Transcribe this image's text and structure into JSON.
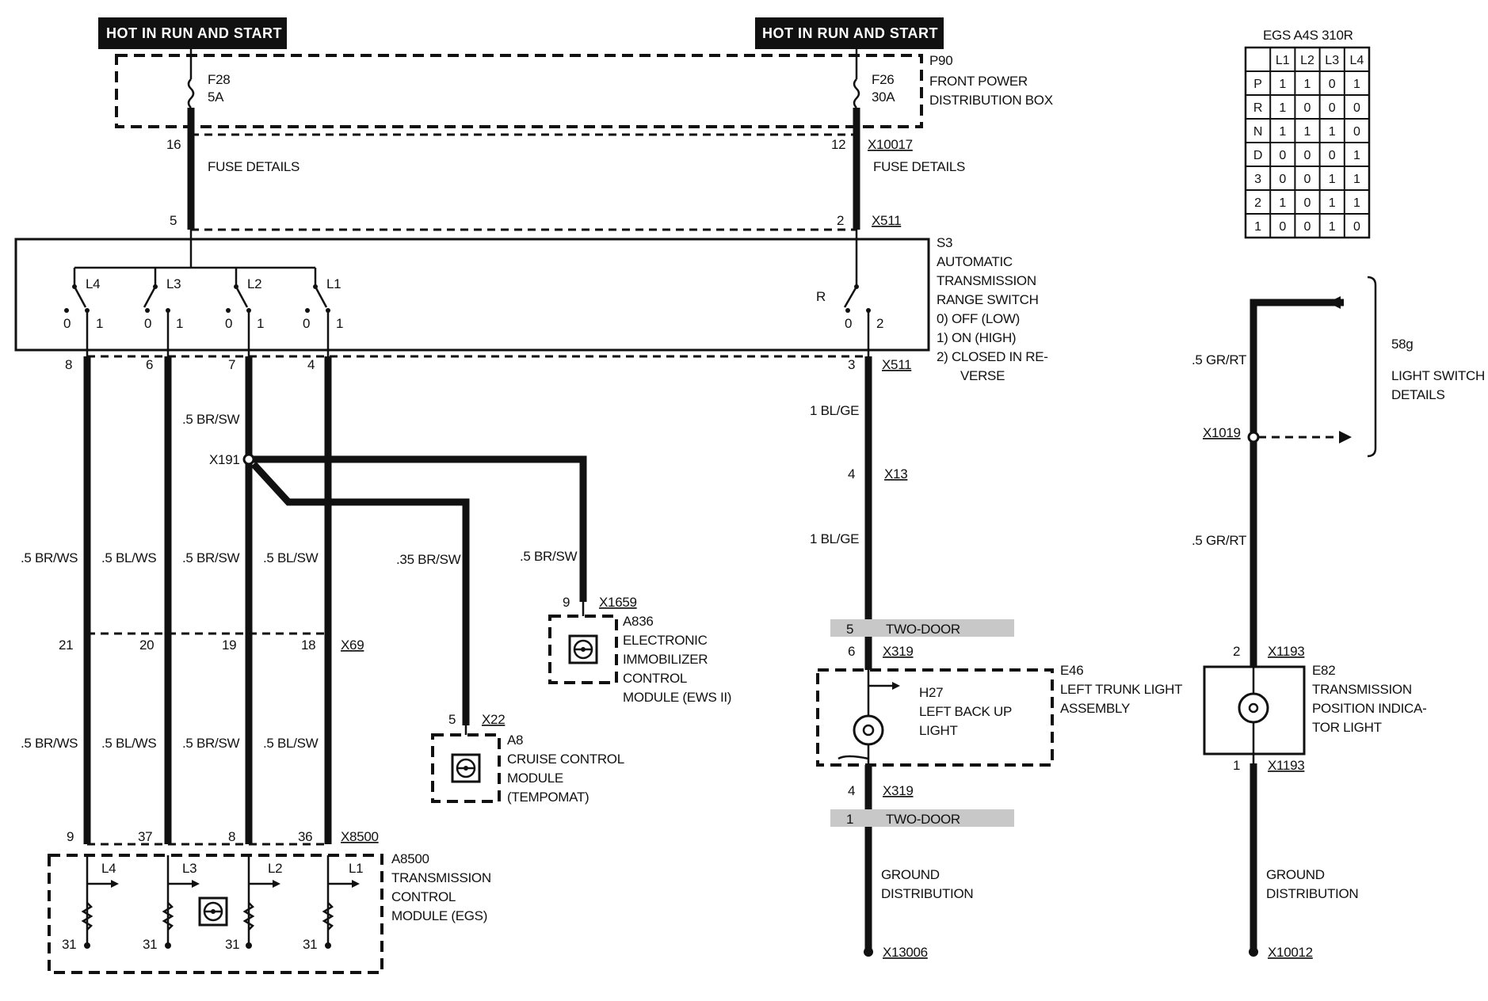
{
  "supply": {
    "left_label": "HOT IN RUN AND START",
    "right_label": "HOT IN RUN AND START"
  },
  "fuse_box": {
    "id": "P90",
    "name_line1": "FRONT POWER",
    "name_line2": "DISTRIBUTION BOX",
    "fuse_left_id": "F28",
    "fuse_left_rating": "5A",
    "fuse_right_id": "F26",
    "fuse_right_rating": "30A",
    "fuse_details_left": "FUSE DETAILS",
    "fuse_details_right": "FUSE DETAILS",
    "pin_left_top": "16",
    "pin_right_top": "12",
    "connector_top_right": "X10017",
    "pin_left_bottom": "5",
    "pin_right_bottom": "2",
    "connector_bottom_right": "X511"
  },
  "range_switch": {
    "id": "S3",
    "lines": [
      "AUTOMATIC",
      "TRANSMISSION",
      "RANGE SWITCH",
      "0)   OFF (LOW)",
      "1)   ON (HIGH)",
      "2)   CLOSED IN RE-",
      "VERSE"
    ],
    "contacts": [
      {
        "label": "L4",
        "off": "0",
        "on": "1"
      },
      {
        "label": "L3",
        "off": "0",
        "on": "1"
      },
      {
        "label": "L2",
        "off": "0",
        "on": "1"
      },
      {
        "label": "L1",
        "off": "0",
        "on": "1"
      }
    ],
    "reverse_label": "R",
    "reverse_off": "0",
    "reverse_on": "2",
    "bottom_pins": [
      "8",
      "6",
      "7",
      "4"
    ],
    "reverse_pin": "3",
    "reverse_connector": "X511"
  },
  "egs_table": {
    "title": "EGS A4S 310R",
    "headers": [
      "L1",
      "L2",
      "L3",
      "L4"
    ],
    "rows": [
      {
        "pos": "P",
        "vals": [
          "1",
          "1",
          "0",
          "1"
        ]
      },
      {
        "pos": "R",
        "vals": [
          "1",
          "0",
          "0",
          "0"
        ]
      },
      {
        "pos": "N",
        "vals": [
          "1",
          "1",
          "1",
          "0"
        ]
      },
      {
        "pos": "D",
        "vals": [
          "0",
          "0",
          "0",
          "1"
        ]
      },
      {
        "pos": "3",
        "vals": [
          "0",
          "0",
          "1",
          "1"
        ]
      },
      {
        "pos": "2",
        "vals": [
          "1",
          "0",
          "1",
          "1"
        ]
      },
      {
        "pos": "1",
        "vals": [
          "0",
          "0",
          "1",
          "0"
        ]
      }
    ]
  },
  "wires": {
    "upper": [
      ".5 BR/WS",
      ".5 BL/WS",
      ".5 BR/SW",
      ".5 BL/SW"
    ],
    "lower": [
      ".5 BR/WS",
      ".5 BL/WS",
      ".5 BR/SW",
      ".5 BL/SW"
    ],
    "l2_top": ".5 BR/SW",
    "splice": "X191",
    "cruise_wire": ".35 BR/SW",
    "ews_wire": ".5 BR/SW",
    "reverse_top": "1 BL/GE",
    "reverse_mid": "1 BL/GE",
    "light_top": ".5 GR/RT",
    "light_mid": ".5 GR/RT"
  },
  "x69": {
    "connector": "X69",
    "pins": [
      "21",
      "20",
      "19",
      "18"
    ]
  },
  "x8500": {
    "connector": "X8500",
    "pins": [
      "9",
      "37",
      "8",
      "36"
    ]
  },
  "egs_module": {
    "id": "A8500",
    "lines": [
      "TRANSMISSION",
      "CONTROL",
      "MODULE (EGS)"
    ],
    "inputs": [
      "L4",
      "L3",
      "L2",
      "L1"
    ],
    "ground_pins": [
      "31",
      "31",
      "31",
      "31"
    ]
  },
  "cruise_module": {
    "id": "A8",
    "lines": [
      "CRUISE CONTROL",
      "MODULE",
      "(TEMPOMAT)"
    ],
    "pin": "5",
    "connector": "X22"
  },
  "ews_module": {
    "id": "A836",
    "lines": [
      "ELECTRONIC",
      "IMMOBILIZER",
      "CONTROL",
      "MODULE (EWS II)"
    ],
    "pin": "9",
    "connector": "X1659"
  },
  "reverse_circuit": {
    "x13_pin": "4",
    "x13": "X13",
    "two_door_top_pin": "5",
    "two_door_label": "TWO-DOOR",
    "x319_top_pin": "6",
    "x319": "X319",
    "x319_bottom_pin": "4",
    "two_door_bottom_pin": "1",
    "lamp_id": "H27",
    "lamp_lines": [
      "LEFT BACK UP",
      "LIGHT"
    ],
    "assembly_id": "E46",
    "assembly_lines": [
      "LEFT TRUNK LIGHT",
      "ASSEMBLY"
    ],
    "ground_lines": [
      "GROUND",
      "DISTRIBUTION"
    ],
    "ground_connector": "X13006"
  },
  "indicator_circuit": {
    "bracket_id": "58g",
    "bracket_lines": [
      "LIGHT SWITCH",
      "DETAILS"
    ],
    "splice": "X1019",
    "top_pin": "2",
    "top_connector": "X1193",
    "bottom_pin": "1",
    "bottom_connector": "X1193",
    "lamp_id": "E82",
    "lamp_lines": [
      "TRANSMISSION",
      "POSITION INDICA-",
      "TOR LIGHT"
    ],
    "ground_lines": [
      "GROUND",
      "DISTRIBUTION"
    ],
    "ground_connector": "X10012"
  }
}
